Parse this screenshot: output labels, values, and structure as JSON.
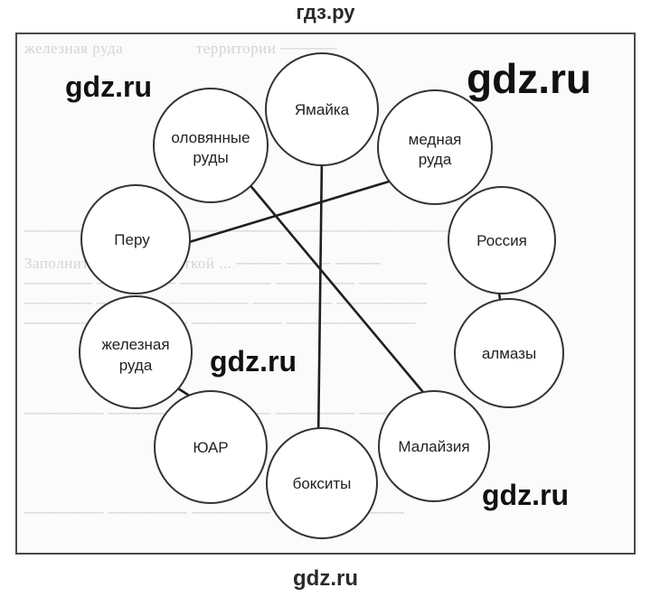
{
  "header": {
    "site_label": "гдз.ру"
  },
  "footer": {
    "site_label": "gdz.ru"
  },
  "watermarks": [
    "gdz.ru",
    "gdz.ru",
    "gdz.ru",
    "gdz.ru"
  ],
  "nodes": {
    "jamaica": "Ямайка",
    "tin_ores": [
      "оловянные",
      "руды"
    ],
    "copper_ore": [
      "медная",
      "руда"
    ],
    "peru": "Перу",
    "russia": "Россия",
    "iron_ore": [
      "железная",
      "руда"
    ],
    "diamonds": "алмазы",
    "south_africa": "ЮАР",
    "malaysia": "Малайзия",
    "bauxites": "бокситы"
  }
}
